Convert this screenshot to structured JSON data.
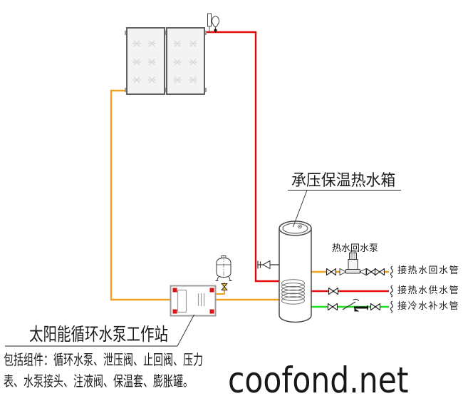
{
  "colors": {
    "pipe-hot-red": "#e20a0a",
    "pipe-solar-orange": "#f1a11f",
    "pipe-cold-green": "#22dd22",
    "marker-red": "#dd1111"
  },
  "annotations": {
    "tank_label": "承压保温热水箱",
    "pump_station_label": "太阳能循环水泵工作站",
    "components_line1": "包括组件：循环水泵、泄压阀、止回阀、压力",
    "components_line2": "表、水泵接头、注液阀、保温套、膨胀罐。",
    "return_pump_label": "热水回水泵",
    "pipe_hot_return_label": "接热水回水管",
    "pipe_hot_supply_label": "接热水供水管",
    "pipe_cold_makeup_label": "接冷水补水管"
  },
  "watermark": "coofond.net",
  "icons": [
    "solar-collector-panel-icon",
    "auto-air-vent-icon",
    "hot-water-tank-icon",
    "coil-heat-exchanger-icon",
    "relief-valve-icon",
    "pump-station-icon",
    "expansion-tank-icon",
    "fill-valve-icon",
    "circulation-pump-icon",
    "gate-valve-icon",
    "check-valve-icon",
    "pipe-brace-icon"
  ]
}
